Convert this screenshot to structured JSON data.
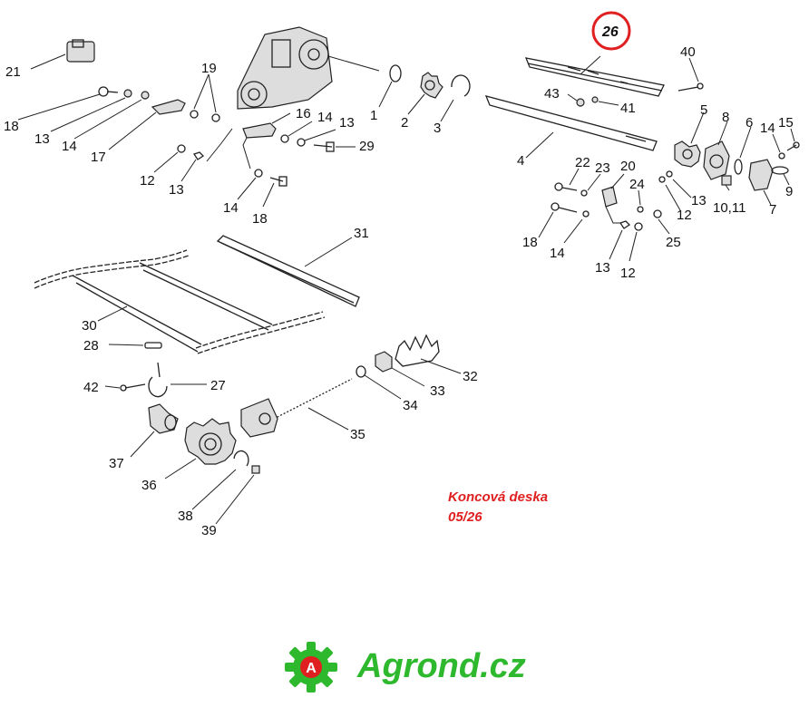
{
  "labels": {
    "l21": "21",
    "l18a": "18",
    "l13a": "13",
    "l14a": "14",
    "l17": "17",
    "l19": "19",
    "l16": "16",
    "l14b": "14",
    "l13b": "13",
    "l29": "29",
    "l12a": "12",
    "l13c": "13",
    "l14c": "14",
    "l18b": "18",
    "l1": "1",
    "l2": "2",
    "l3": "3",
    "l4": "4",
    "l26": "26",
    "l40": "40",
    "l43": "43",
    "l41": "41",
    "l5": "5",
    "l8": "8",
    "l6": "6",
    "l14d": "14",
    "l15": "15",
    "l9": "9",
    "l7": "7",
    "l10_11": "10,11",
    "l22": "22",
    "l23": "23",
    "l20": "20",
    "l24": "24",
    "l13d": "13",
    "l12b": "12",
    "l18c": "18",
    "l14e": "14",
    "l25": "25",
    "l13e": "13",
    "l12c": "12",
    "l31": "31",
    "l30": "30",
    "l28": "28",
    "l42": "42",
    "l27": "27",
    "l32": "32",
    "l33": "33",
    "l34": "34",
    "l35": "35",
    "l37": "37",
    "l36": "36",
    "l38": "38",
    "l39": "39"
  },
  "note": {
    "line1": "Koncová deska",
    "line2": "05/26"
  },
  "brand": {
    "logo_letter": "A",
    "name": "Agrond.cz",
    "color": "#2db82d"
  },
  "highlight_color": "#e02020"
}
